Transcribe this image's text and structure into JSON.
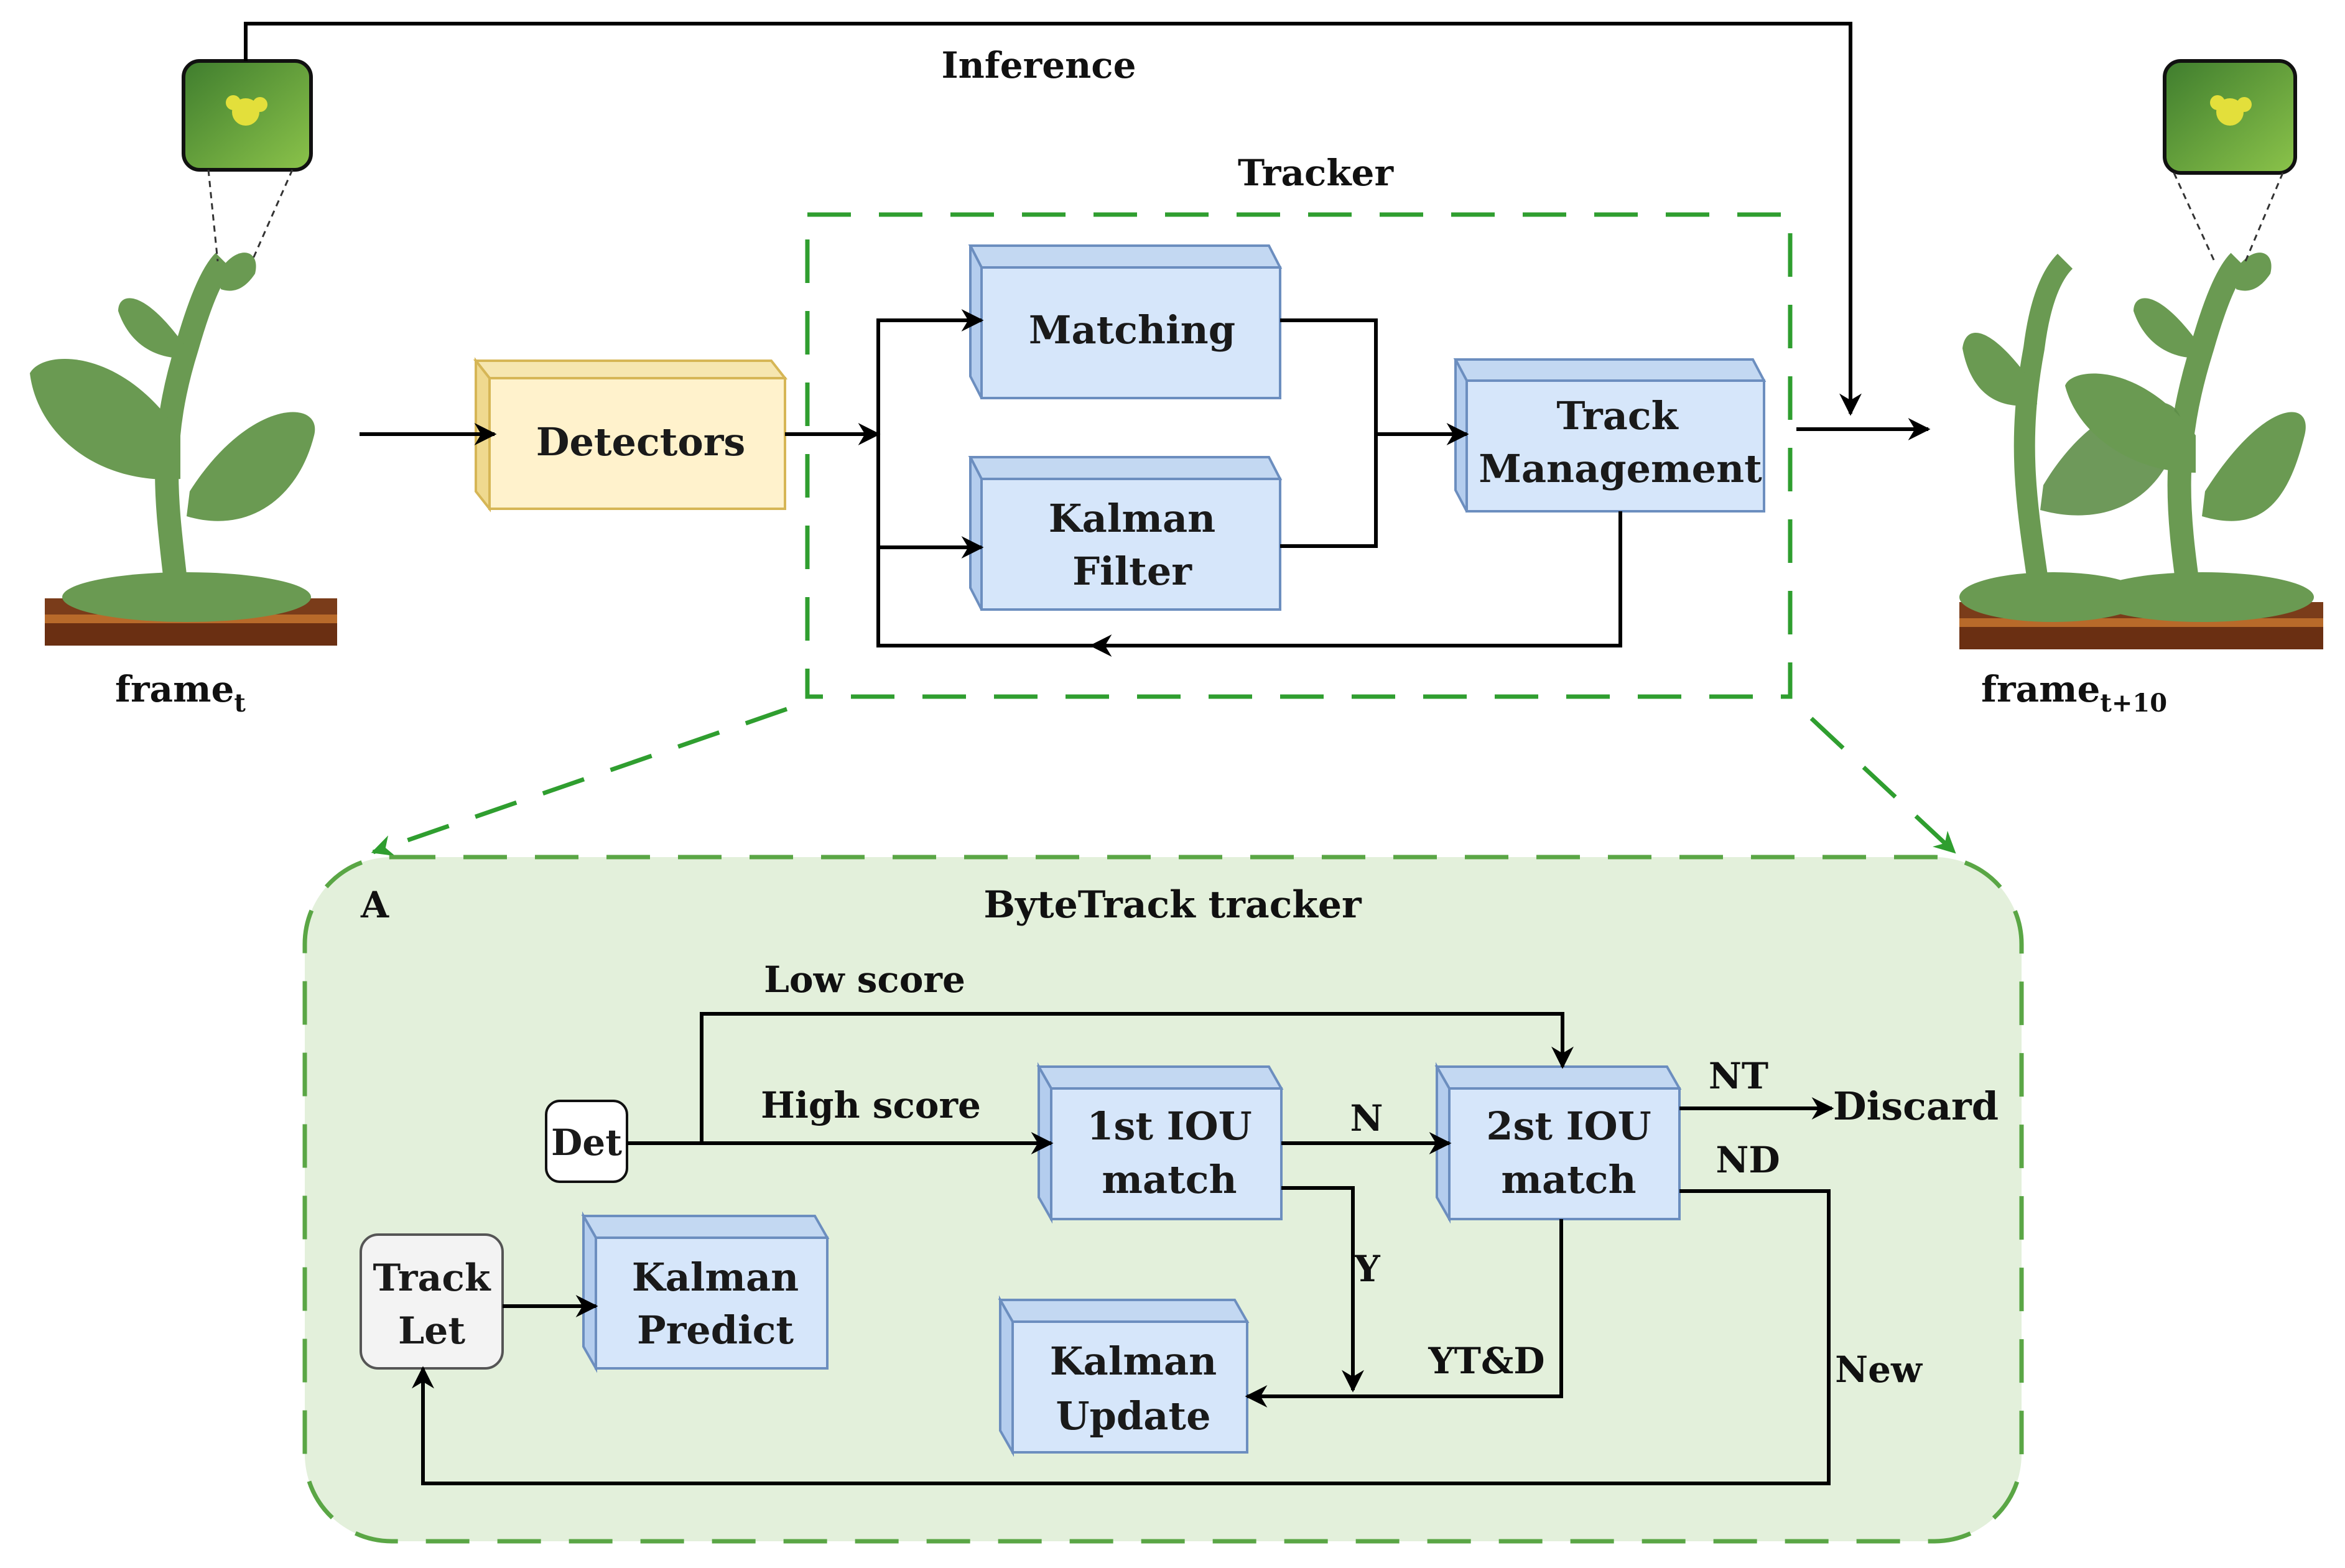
{
  "labels": {
    "inference": "Inference",
    "tracker": "Tracker",
    "frame_t": "frame",
    "frame_t_sub": "t",
    "frame_t10": "frame",
    "frame_t10_sub": "t+10",
    "bytetrack_title": "ByteTrack tracker",
    "panel_letter": "A",
    "low_score": "Low score",
    "high_score": "High score",
    "n": "N",
    "y": "Y",
    "nt": "NT",
    "nd": "ND",
    "discard": "Discard",
    "ytd": "YT&D",
    "new": "New"
  },
  "boxes": {
    "detectors": "Detectors",
    "matching": "Matching",
    "kalman_filter_1": "Kalman",
    "kalman_filter_2": "Filter",
    "track_mgmt_1": "Track",
    "track_mgmt_2": "Management",
    "det": "Det",
    "tracklet_1": "Track",
    "tracklet_2": "Let",
    "kalman_predict_1": "Kalman",
    "kalman_predict_2": "Predict",
    "iou1_1": "1st IOU",
    "iou1_2": "match",
    "iou2_1": "2st IOU",
    "iou2_2": "match",
    "kalman_update_1": "Kalman",
    "kalman_update_2": "Update"
  },
  "colors": {
    "blue_box": "#d6e6fa",
    "blue_edge": "#6c8ebf",
    "yellow_box": "#fff2cc",
    "yellow_edge": "#d6b656",
    "green_dash": "#2f9e2f",
    "panel_fill": "#e3f0db",
    "plant_green": "#6a9a52",
    "soil": "#7a3c1a"
  }
}
